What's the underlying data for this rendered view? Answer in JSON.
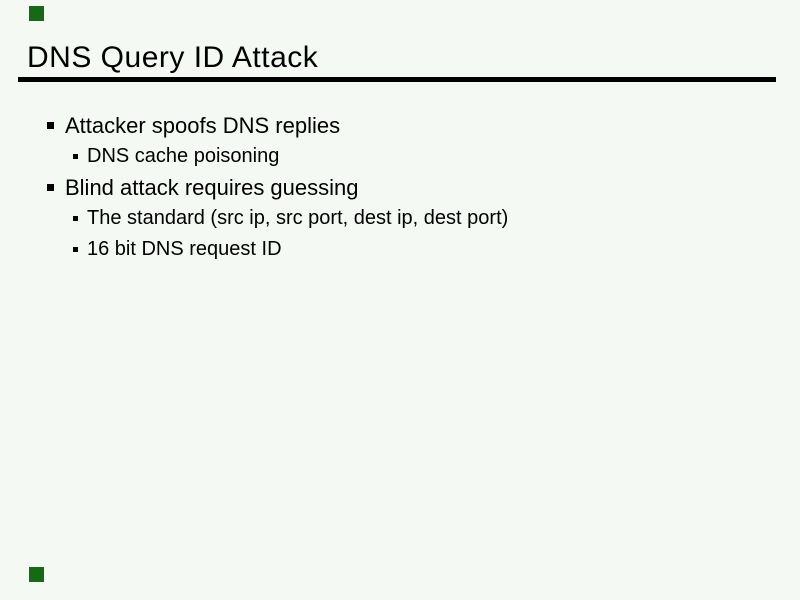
{
  "slide": {
    "title": "DNS Query ID Attack",
    "bullets": [
      {
        "level": 1,
        "text": "Attacker spoofs DNS replies"
      },
      {
        "level": 2,
        "text": "DNS cache poisoning"
      },
      {
        "level": 1,
        "text": "Blind attack requires guessing"
      },
      {
        "level": 2,
        "text": "The standard (src ip, src port, dest ip, dest port)"
      },
      {
        "level": 2,
        "text": "16 bit DNS request ID"
      }
    ],
    "colors": {
      "background": "#f4f9f3",
      "text": "#000000",
      "rule": "#000000",
      "corner_marker": "#166a16"
    }
  }
}
